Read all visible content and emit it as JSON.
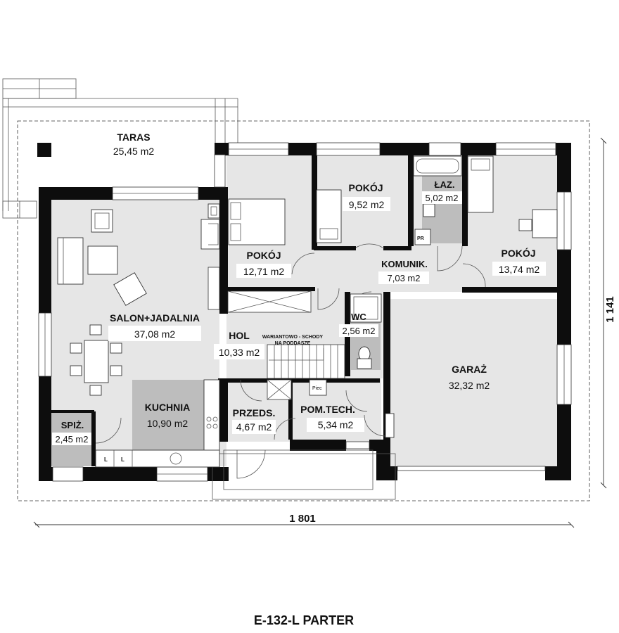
{
  "title": "E-132-L PARTER",
  "dimensions": {
    "width": "1 801",
    "height": "1 141"
  },
  "rooms": [
    {
      "name": "TARAS",
      "area": "25,45 m2"
    },
    {
      "name": "POKÓJ",
      "area": "12,71 m2"
    },
    {
      "name": "POKÓJ",
      "area": "9,52 m2"
    },
    {
      "name": "ŁAZ.",
      "area": "5,02 m2"
    },
    {
      "name": "POKÓJ",
      "area": "13,74 m2"
    },
    {
      "name": "KOMUNIK.",
      "area": "7,03 m2"
    },
    {
      "name": "SALON+JADALNIA",
      "area": "37,08 m2"
    },
    {
      "name": "HOL",
      "area": "10,33 m2"
    },
    {
      "name": "WC",
      "area": "2,56 m2"
    },
    {
      "name": "GARAŻ",
      "area": "32,32 m2"
    },
    {
      "name": "KUCHNIA",
      "area": "10,90 m2"
    },
    {
      "name": "SPIŻ.",
      "area": "2,45 m2"
    },
    {
      "name": "PRZEDS.",
      "area": "4,67 m2"
    },
    {
      "name": "POM.TECH.",
      "area": "5,34 m2"
    }
  ],
  "notes": {
    "stairs_line1": "WARIANTOWO - SCHODY",
    "stairs_line2": "NA PODDASZE"
  },
  "fixtures": {
    "boiler": "Piec",
    "pr": "PR",
    "l1": "L",
    "l2": "L"
  }
}
